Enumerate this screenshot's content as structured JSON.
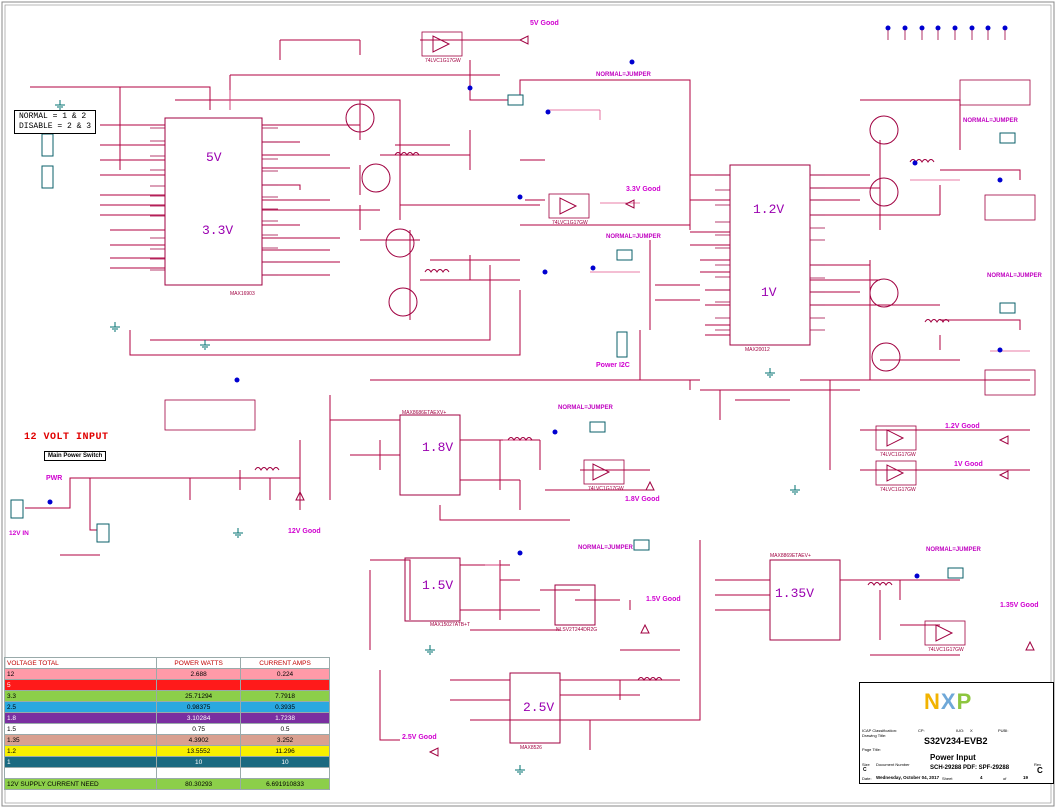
{
  "notes": {
    "normal_disable": "NORMAL = 1 & 2\nDISABLE = 2 & 3",
    "twelve_volt_input": "12 VOLT INPUT",
    "main_power_switch": "Main Power Switch",
    "pwr": "PWR",
    "twelve_v_in": "12V IN",
    "normal_jumper": "NORMAL=JUMPER"
  },
  "rails": {
    "r5v": "5V",
    "r33v": "3.3V",
    "r12v": "1.2V",
    "r1v": "1V",
    "r18v": "1.8V",
    "r15v": "1.5V",
    "r135v": "1.35V",
    "r25v": "2.5V"
  },
  "indicators": {
    "good_5v": "5V Good",
    "good_33v": "3.3V Good",
    "good_12v_out": "1.2V Good",
    "good_1v": "1V Good",
    "good_18v": "1.8V Good",
    "good_15v": "1.5V Good",
    "good_135v": "1.35V Good",
    "good_25v": "2.5V Good",
    "good_12v": "12V Good",
    "power_i2c": "Power I2C"
  },
  "ics": {
    "u1_part": "MAX16903",
    "u4_part": "MAX20012",
    "u21_part": "MAX8686ETAEXV+",
    "u22_part": "MAX15027ATB+T",
    "u23_part": "MAX8869ETAEV+",
    "u28_part": "MAX8526",
    "u29_part": "NLSV2T244DR2G",
    "buffer_part": "74LVC1G17GW"
  },
  "power_table": {
    "headers": [
      "VOLTAGE TOTAL",
      "POWER WATTS",
      "CURRENT AMPS"
    ],
    "rows": [
      {
        "voltage": "12",
        "watts": "2.688",
        "amps": "0.224",
        "color": "#ff9aa8"
      },
      {
        "voltage": "5",
        "watts": "",
        "amps": "",
        "color": "#ff1a1a"
      },
      {
        "voltage": "3.3",
        "watts": "25.71294",
        "amps": "7.7918",
        "color": "#8ccf4a"
      },
      {
        "voltage": "2.5",
        "watts": "0.98375",
        "amps": "0.3935",
        "color": "#2aa8e0"
      },
      {
        "voltage": "1.8",
        "watts": "3.10284",
        "amps": "1.7238",
        "color": "#7a2fa0"
      },
      {
        "voltage": "1.5",
        "watts": "0.75",
        "amps": "0.5",
        "color": "#ffffff"
      },
      {
        "voltage": "1.35",
        "watts": "4.3902",
        "amps": "3.252",
        "color": "#d9a090"
      },
      {
        "voltage": "1.2",
        "watts": "13.5552",
        "amps": "11.296",
        "color": "#f8f000"
      },
      {
        "voltage": "1",
        "watts": "10",
        "amps": "10",
        "color": "#1a6a80"
      },
      {
        "voltage": "",
        "watts": "",
        "amps": "",
        "color": "#ffffff"
      },
      {
        "voltage": "12V SUPPLY CURRENT NEED",
        "watts": "80.30293",
        "amps": "6.691910833",
        "color": "#8ccf4a"
      }
    ]
  },
  "title_block": {
    "logo": "NXP",
    "board": "S32V234-EVB2",
    "page_title_label": "Page Title:",
    "page_title": "Power Input",
    "doc_label": "Document Number",
    "doc_number": "SCH-29288 PDF: SPF-29288",
    "rev_label": "Rev",
    "rev": "C",
    "size_label": "Size",
    "size": "C",
    "date_label": "Date:",
    "date": "Wednesday, October 04, 2017",
    "sheet_label": "Sheet",
    "sheet": "4",
    "of_label": "of",
    "of": "19",
    "icap_label": "ICAP Classification:",
    "cp": "CP:",
    "iuo": "IUO:",
    "x": "X",
    "publ": "PUBI:",
    "drawing_title_label": "Drawing Title:"
  },
  "colors": {
    "wire": "#b00040",
    "part": "#a00040",
    "net": "#d00070",
    "label": "#c000c0",
    "bigtext": "#9a00b0",
    "node": "#0000d0",
    "ground": "#007070",
    "heading": "#e00000"
  },
  "icons": {
    "ground": "ground-symbol-icon",
    "testpoint": "test-point-icon",
    "buffer": "buffer-gate-icon",
    "mosfet": "mosfet-icon",
    "led": "led-diode-icon",
    "inductor": "inductor-icon",
    "connector": "connector-icon"
  }
}
